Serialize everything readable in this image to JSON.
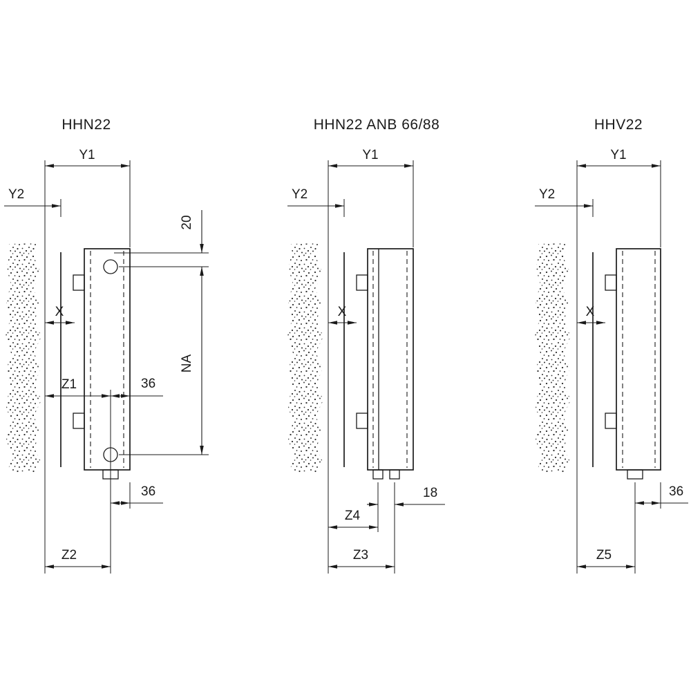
{
  "drawing_type": "radiator mounting dimension drawing",
  "panels": [
    {
      "title": "HHN22",
      "labels": {
        "y1": "Y1",
        "y2": "Y2",
        "x": "X",
        "dim20": "20",
        "na": "NA",
        "z1": "Z1",
        "t36": "36",
        "b36": "36",
        "z2": "Z2"
      }
    },
    {
      "title": "HHN22 ANB 66/88",
      "labels": {
        "y1": "Y1",
        "y2": "Y2",
        "x": "X",
        "d18": "18",
        "z4": "Z4",
        "z3": "Z3"
      }
    },
    {
      "title": "HHV22",
      "labels": {
        "y1": "Y1",
        "y2": "Y2",
        "x": "X",
        "d36": "36",
        "z5": "Z5"
      }
    }
  ],
  "colors": {
    "line": "#1a1a1a",
    "background": "#ffffff",
    "wall_stipple": "#2e2e2e"
  }
}
